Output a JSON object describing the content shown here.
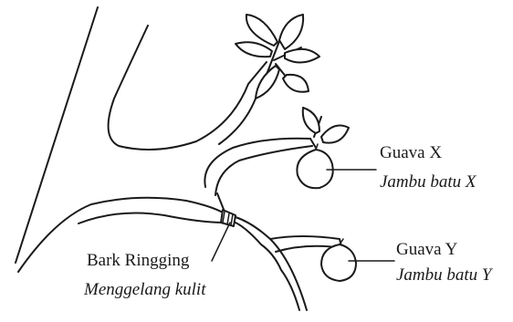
{
  "labels": {
    "guava_x": "Guava X",
    "guava_x_ms": "Jambu batu X",
    "guava_y": "Guava Y",
    "guava_y_ms": "Jambu batu Y",
    "ringing": "Bark Ringging",
    "ringing_ms": "Menggelang kulit"
  }
}
